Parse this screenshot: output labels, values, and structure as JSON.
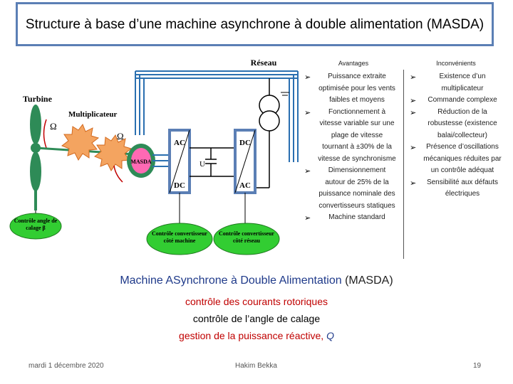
{
  "slide": {
    "title": "Structure à base d’une machine asynchrone à double alimentation (MASDA)"
  },
  "diagram": {
    "reseau": "Réseau",
    "turbine": "Turbine",
    "multiplicateur": "Multiplicateur",
    "omega_turbine": "Ω",
    "omega_machine": "Ω",
    "masda": "MASDA",
    "conv1_top": "AC",
    "conv1_bottom": "DC",
    "conv2_top": "DC",
    "conv2_bottom": "AC",
    "dc_voltage": "U",
    "controle_calage": "Contrôle angle de calage β",
    "controle_machine": "Contrôle convertisseur côté machine",
    "controle_reseau": "Contrôle convertisseur côté réseau"
  },
  "table": {
    "advantages_header": "Avantages",
    "drawbacks_header": "Inconvénients",
    "advantages": [
      "Puissance extraite optimisée pour les vents faibles et moyens",
      "Fonctionnement à vitesse variable sur une plage de vitesse tournant à ±30% de la vitesse de synchronisme",
      "Dimensionnement autour de 25% de la puissance nominale des convertisseurs statiques",
      "Machine standard"
    ],
    "drawbacks": [
      "Existence d’un multiplicateur",
      "Commande complexe",
      "Réduction de la robustesse (existence balai/collecteur)",
      "Présence d’oscillations mécaniques réduites par un contrôle adéquat",
      "Sensibilité aux défauts électriques"
    ]
  },
  "summary": {
    "machine_name": "Machine ASynchrone à Double Alimentation",
    "machine_abbr": "(MASDA)",
    "line1": "contrôle des courants rotoriques",
    "line2": "contrôle de l’angle de calage",
    "line3_prefix": "gestion de la puissance réactive, ",
    "line3_symbol": "Q"
  },
  "footer": {
    "date": "mardi 1 décembre 2020",
    "author": "Hakim Bekka",
    "page": "19"
  },
  "colors": {
    "title_border": "#5b7fb5",
    "gear": "#f4a460",
    "masda": "#ff69b4",
    "converter": "#5b7fb5",
    "control_ellipse": "#32cd32",
    "blade": "#2e8b57",
    "wire": "#2a6fb0"
  }
}
